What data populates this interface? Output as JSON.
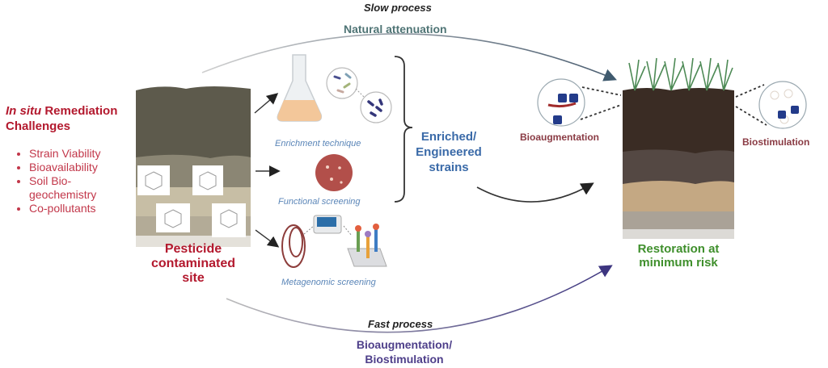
{
  "challenges": {
    "title_italic": "In situ",
    "title_rest": " Remediation",
    "title_line2": "Challenges",
    "items": [
      "Strain Viability",
      "Bioavailability",
      "Soil Bio-",
      "geochemistry",
      "Co-pollutants"
    ]
  },
  "site": {
    "label_lines": [
      "Pesticide",
      "contaminated",
      "site"
    ]
  },
  "methods": {
    "enrichment": "Enrichment technique",
    "functional": "Functional screening",
    "metagenomic": "Metagenomic screening"
  },
  "strains": {
    "label_lines": [
      "Enriched/",
      "Engineered",
      "strains"
    ]
  },
  "top_path": {
    "speed": "Slow process",
    "label": "Natural attenuation"
  },
  "bottom_path": {
    "speed": "Fast process",
    "label_lines": [
      "Bioaugmentation/",
      "Biostimulation"
    ]
  },
  "restored": {
    "bioaugmentation": "Bioaugmentation",
    "biostimulation": "Biostimulation",
    "label_lines": [
      "Restoration at",
      "minimum risk"
    ]
  },
  "colors": {
    "challenge_red": "#b3192e",
    "method_blue": "#5b86b8",
    "strain_blue": "#3a6aa8",
    "natural_teal": "#4f7475",
    "bottom_purple": "#4e3f8a",
    "restore_green": "#3f8f2c",
    "maroon": "#8a3b44"
  }
}
